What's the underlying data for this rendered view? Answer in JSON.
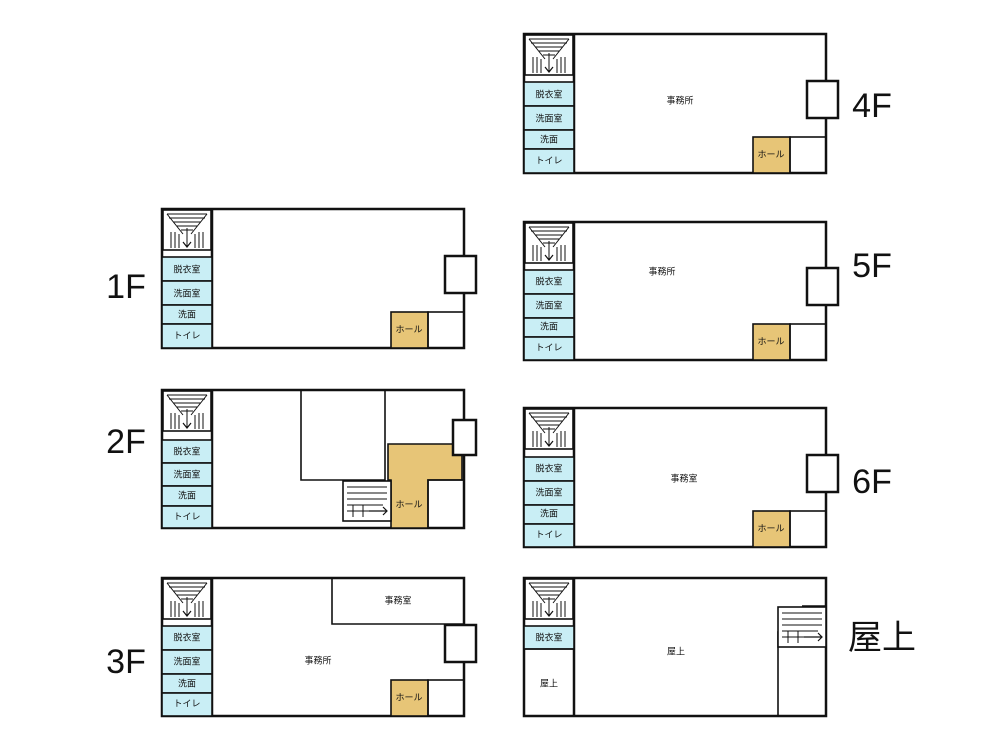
{
  "floors": {
    "f1": {
      "name": "1F",
      "rooms": {
        "dressing": "脱衣室",
        "washroom": "洗面室",
        "washbasin": "洗面",
        "toilet": "トイレ",
        "hall": "ホール"
      }
    },
    "f2": {
      "name": "2F",
      "rooms": {
        "dressing": "脱衣室",
        "washroom": "洗面室",
        "washbasin": "洗面",
        "toilet": "トイレ",
        "hall": "ホール"
      }
    },
    "f3": {
      "name": "3F",
      "rooms": {
        "dressing": "脱衣室",
        "washroom": "洗面室",
        "washbasin": "洗面",
        "toilet": "トイレ",
        "hall": "ホール",
        "office_main": "事務所",
        "office_room": "事務室"
      }
    },
    "f4": {
      "name": "4F",
      "rooms": {
        "dressing": "脱衣室",
        "washroom": "洗面室",
        "washbasin": "洗面",
        "toilet": "トイレ",
        "hall": "ホール",
        "office_main": "事務所"
      }
    },
    "f5": {
      "name": "5F",
      "rooms": {
        "dressing": "脱衣室",
        "washroom": "洗面室",
        "washbasin": "洗面",
        "toilet": "トイレ",
        "hall": "ホール",
        "office_main": "事務所"
      }
    },
    "f6": {
      "name": "6F",
      "rooms": {
        "dressing": "脱衣室",
        "washroom": "洗面室",
        "washbasin": "洗面",
        "toilet": "トイレ",
        "hall": "ホール",
        "office_room": "事務室"
      }
    },
    "roof": {
      "name": "屋上",
      "rooms": {
        "dressing": "脱衣室",
        "roof_small": "屋上",
        "roof_main": "屋上"
      }
    }
  },
  "colors": {
    "aqua": "#c9eef5",
    "hall": "#e7c577"
  }
}
